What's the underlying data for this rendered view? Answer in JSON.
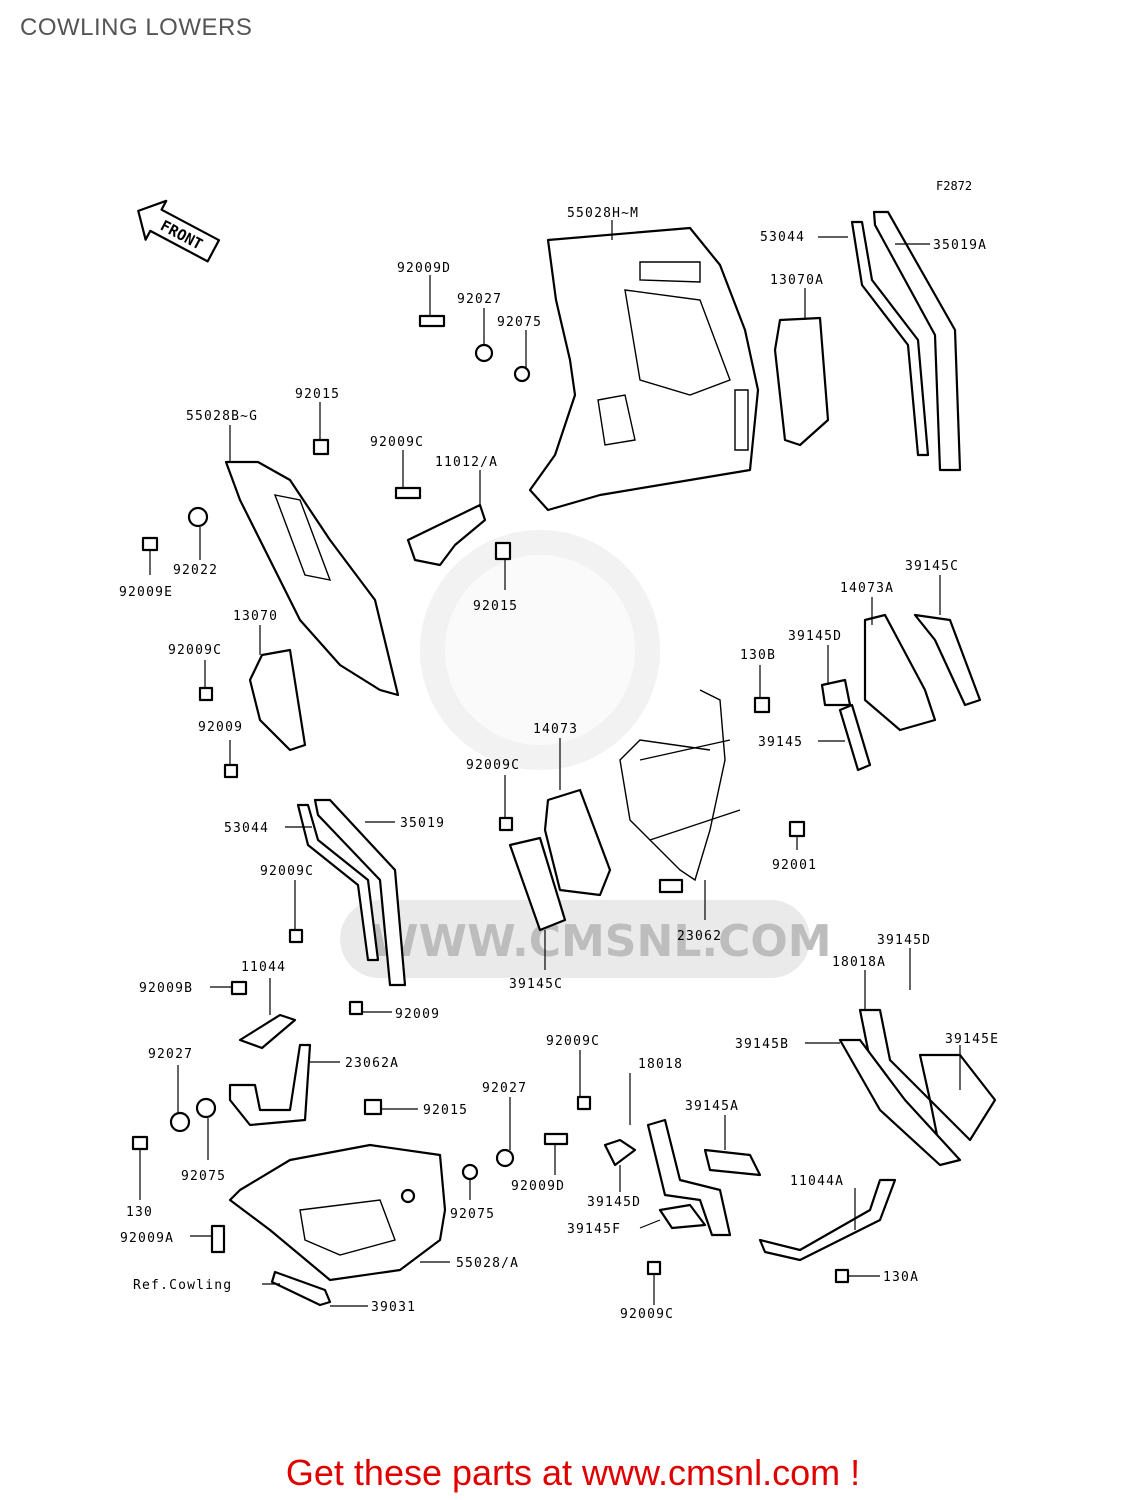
{
  "title": "COWLING LOWERS",
  "figure_ref": "F2872",
  "front_label": "FRONT",
  "watermark": "WWW.CMSNL.COM",
  "footer": "Get these parts at www.cmsnl.com !",
  "labels": {
    "l55028hm": "55028H~M",
    "l53044a": "53044",
    "l35019a": "35019A",
    "l13070a": "13070A",
    "l92009d_top": "92009D",
    "l92027_top": "92027",
    "l92075_top": "92075",
    "l92015_top": "92015",
    "l55028bg": "55028B~G",
    "l92009c_1": "92009C",
    "l11012a": "11012/A",
    "l92009e": "92009E",
    "l92022": "92022",
    "l92015_mid": "92015",
    "l39145c_top": "39145C",
    "l14073a": "14073A",
    "l13070": "13070",
    "l39145d_top": "39145D",
    "l130b": "130B",
    "l92009c_2": "92009C",
    "l92009_1": "92009",
    "l14073": "14073",
    "l39145": "39145",
    "l92009c_3": "92009C",
    "l53044": "53044",
    "l35019": "35019",
    "l92001": "92001",
    "l92009c_4": "92009C",
    "l23062": "23062",
    "l39145d_mid": "39145D",
    "l39145c_mid": "39145C",
    "l18018a": "18018A",
    "l11044": "11044",
    "l92009b": "92009B",
    "l92009_2": "92009",
    "l92009c_5": "92009C",
    "l92027_l": "92027",
    "l23062a": "23062A",
    "l18018": "18018",
    "l39145b": "39145B",
    "l39145e": "39145E",
    "l92027_m": "92027",
    "l92015_low": "92015",
    "l39145a": "39145A",
    "l92075_l": "92075",
    "l92009d_low": "92009D",
    "l11044a": "11044A",
    "l130": "130",
    "l92075_m": "92075",
    "l39145d_low": "39145D",
    "l92009a": "92009A",
    "l39145f": "39145F",
    "l55028a": "55028/A",
    "l130a": "130A",
    "l_refcowling": "Ref.Cowling",
    "l39031": "39031",
    "l92009c_6": "92009C"
  }
}
